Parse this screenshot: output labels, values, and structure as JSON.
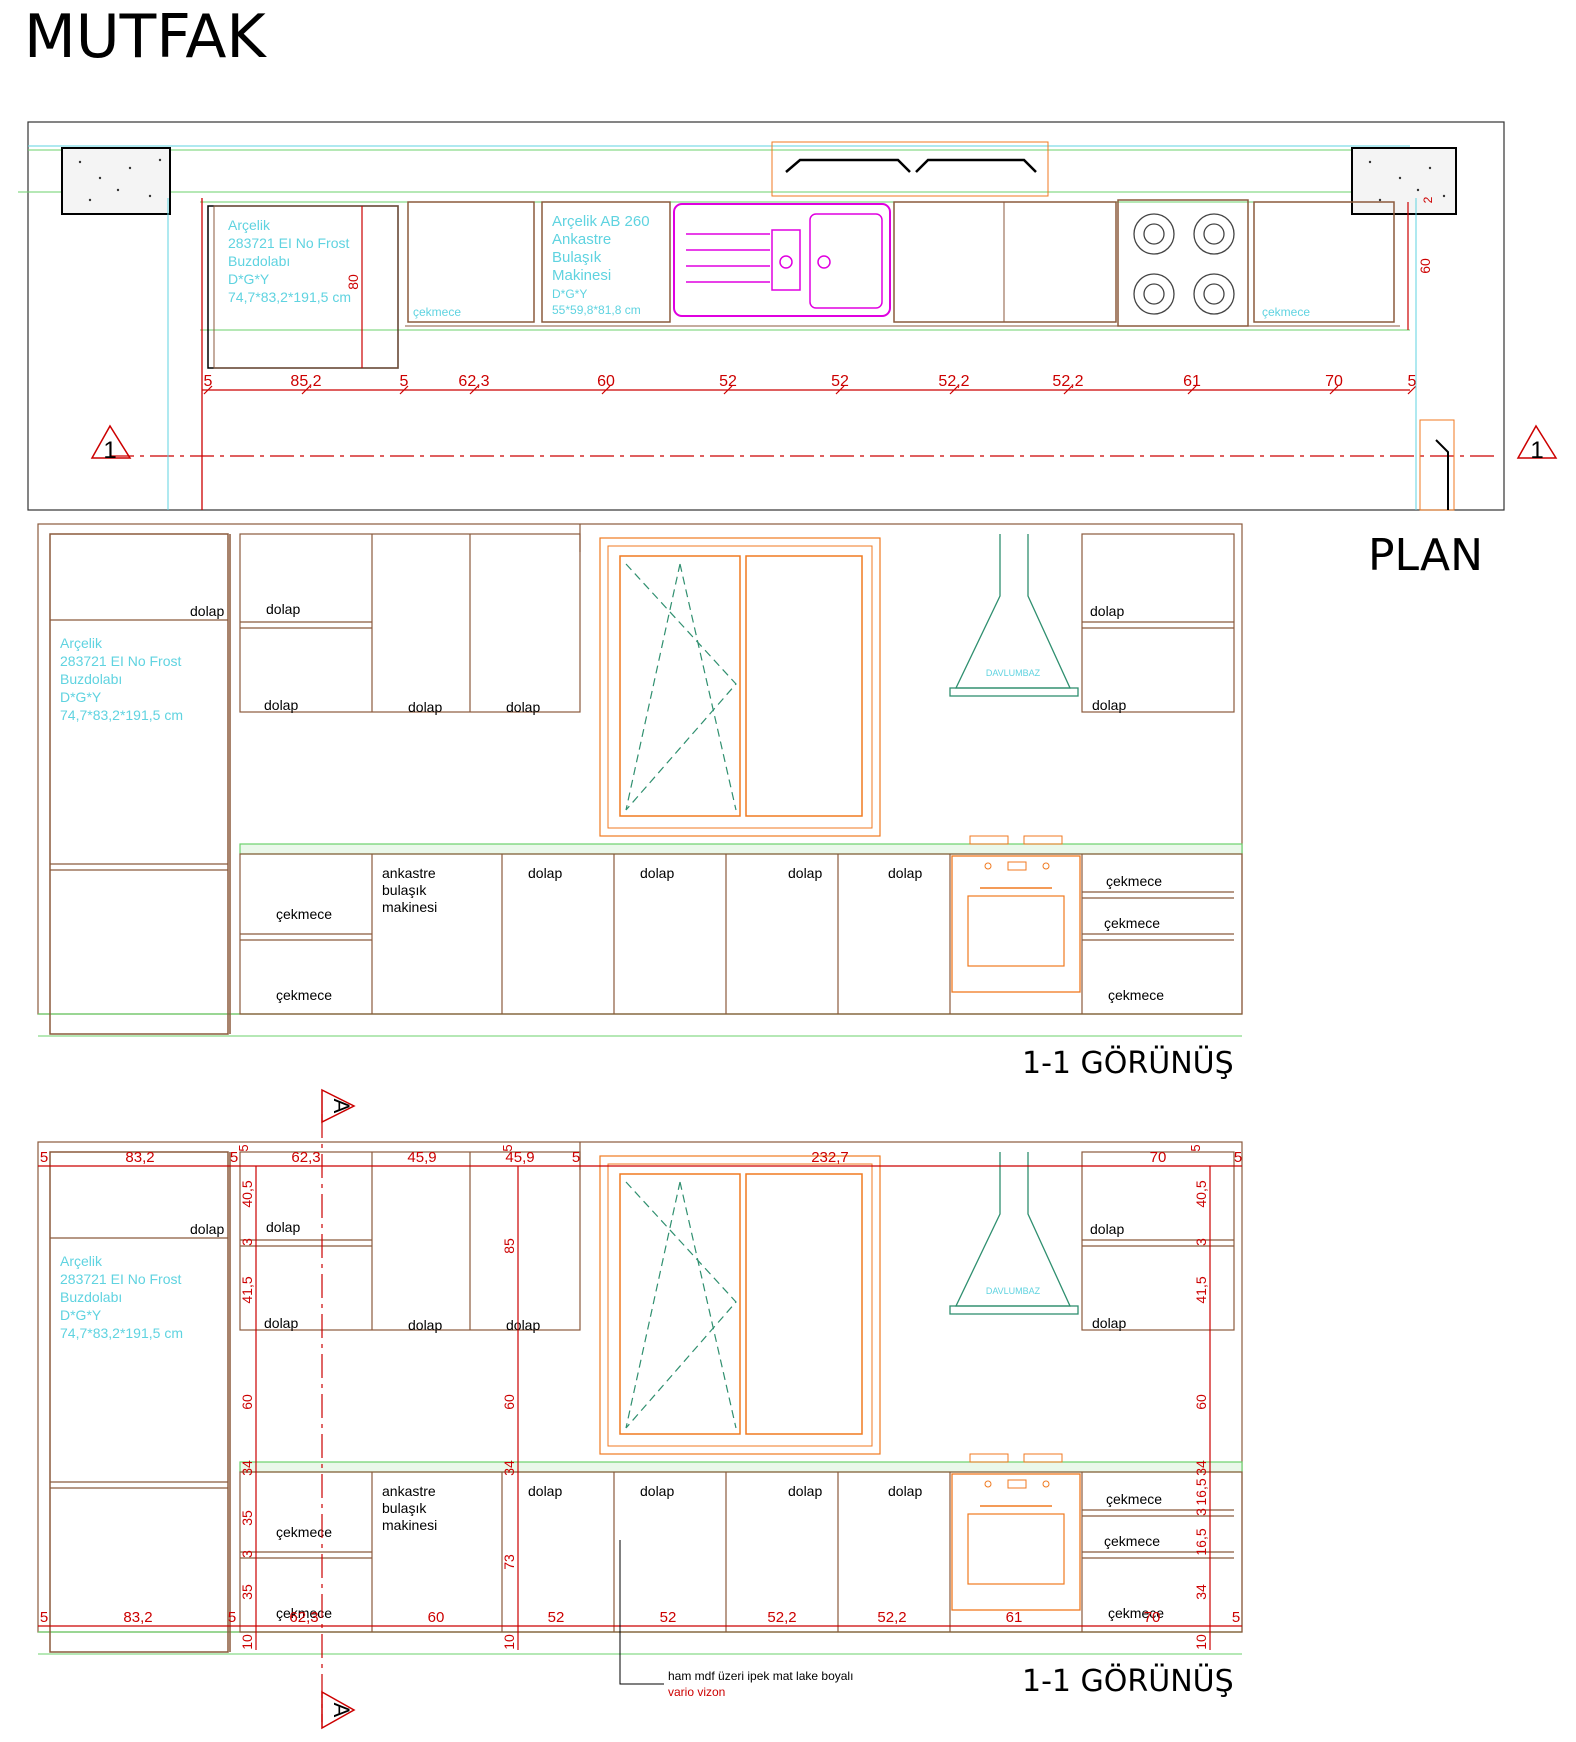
{
  "title": "MUTFAK",
  "colors": {
    "red": "#cc0000",
    "brown": "#8b5a3c",
    "cyan": "#5fd3e0",
    "magenta": "#e000e0",
    "orange": "#f07a20",
    "green": "#6bd16b",
    "teal": "#2f8f6f",
    "black": "#000000"
  },
  "plan": {
    "title": "PLAN",
    "section_marker": "1",
    "fridge_label": [
      "Arçelik",
      "283721 EI No Frost",
      "Buzdolabı",
      "D*G*Y",
      "74,7*83,2*191,5 cm"
    ],
    "dishwasher_label": [
      "Arçelik AB 260",
      "Ankastre",
      "Bulaşık",
      "Makinesi",
      "D*G*Y",
      "55*59,8*81,8 cm"
    ],
    "drawer_label": "çekmece",
    "dims_bottom": [
      "5",
      "85,2",
      "5",
      "62,3",
      "60",
      "52",
      "52",
      "52,2",
      "52,2",
      "61",
      "70",
      "5"
    ],
    "dim_fridge_depth": "80",
    "dim_side_depth": "60",
    "dim_side_small": "2"
  },
  "view1": {
    "title": "1-1 GÖRÜNÜŞ",
    "fridge_label": [
      "Arçelik",
      "283721 EI No Frost",
      "Buzdolabı",
      "D*G*Y",
      "74,7*83,2*191,5 cm"
    ],
    "hood_label": "DAVLUMBAZ",
    "upper_labels": [
      "dolap",
      "dolap",
      "dolap",
      "dolap",
      "dolap",
      "dolap",
      "dolap"
    ],
    "lower_labels": [
      "çekmece",
      "çekmece",
      "ankastre",
      "bulaşık",
      "makinesi",
      "dolap",
      "dolap",
      "dolap",
      "dolap",
      "çekmece",
      "çekmece",
      "çekmece"
    ]
  },
  "view2": {
    "title": "1-1 GÖRÜNÜŞ",
    "section_marker": "A",
    "fridge_label": [
      "Arçelik",
      "283721 EI No Frost",
      "Buzdolabı",
      "D*G*Y",
      "74,7*83,2*191,5 cm"
    ],
    "hood_label": "DAVLUMBAZ",
    "upper_labels": [
      "dolap",
      "dolap",
      "dolap",
      "dolap",
      "dolap",
      "dolap",
      "dolap"
    ],
    "lower_labels": [
      "çekmece",
      "çekmece",
      "ankastre",
      "bulaşık",
      "makinesi",
      "dolap",
      "dolap",
      "dolap",
      "dolap",
      "çekmece",
      "çekmece",
      "çekmece"
    ],
    "dims_top": [
      "5",
      "83,2",
      "5",
      "62,3",
      "45,9",
      "45,9",
      "5",
      "232,7",
      "70",
      "5"
    ],
    "dims_top_small": [
      "5",
      "5",
      "5"
    ],
    "dims_bottom": [
      "5",
      "83,2",
      "5",
      "62,3",
      "60",
      "52",
      "52",
      "52,2",
      "52,2",
      "61",
      "70",
      "5"
    ],
    "dims_left_vertical": [
      "40,5",
      "3",
      "41,5",
      "60",
      "34",
      "35",
      "3",
      "35",
      "10"
    ],
    "dims_mid_vertical": [
      "85",
      "60",
      "34",
      "73",
      "10"
    ],
    "dims_right_vertical": [
      "40,5",
      "3",
      "41,5",
      "60",
      "34",
      "16,5",
      "3",
      "16,5",
      "34",
      "10"
    ],
    "note": [
      "ham mdf üzeri ipek mat lake boyalı",
      "vario vizon"
    ]
  }
}
